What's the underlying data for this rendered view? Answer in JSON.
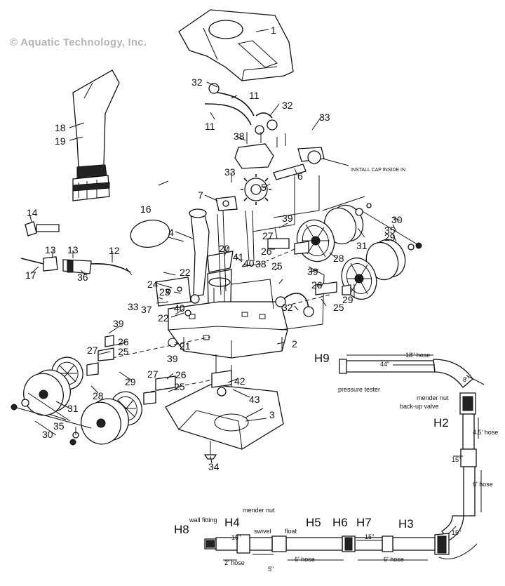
{
  "copyright": "© Aquatic Technology, Inc.",
  "install_note": "INSTALL CAP INSIDE IN",
  "part_numbers": [
    "1",
    "2",
    "3",
    "4",
    "5",
    "6",
    "7",
    "11",
    "11",
    "12",
    "13",
    "13",
    "14",
    "16",
    "17",
    "18",
    "19",
    "20",
    "21",
    "22",
    "22",
    "23",
    "24",
    "25",
    "25",
    "25",
    "25",
    "26",
    "26",
    "26",
    "26",
    "27",
    "27",
    "27",
    "28",
    "28",
    "29",
    "29",
    "29",
    "30",
    "30",
    "31",
    "31",
    "32",
    "32",
    "32",
    "33",
    "33",
    "33",
    "34",
    "35",
    "35",
    "36",
    "37",
    "38",
    "38",
    "39",
    "39",
    "39",
    "39",
    "40",
    "40",
    "41",
    "42",
    "43"
  ],
  "hose_labels": {
    "h2": "H2",
    "h3": "H3",
    "h4": "H4",
    "h5": "H5",
    "h6": "H6",
    "h7": "H7",
    "h8": "H8",
    "h9": "H9"
  },
  "hose_notes": {
    "hose_18": "18\" hose",
    "len_44": "44\"",
    "len_8": "8\"",
    "pressure_tester": "pressure tester",
    "mender_nut": "mender nut",
    "backup_valve": "back-up valve",
    "hose_4_5": "4.5' hose",
    "len_15a": "15\"",
    "hose_6a": "6' hose",
    "len_15b": "15\"",
    "len_15c": "15\"",
    "len_15d": "15\"",
    "hose_6b": "6' hose",
    "hose_6c": "6' hose",
    "hose_2": "2' hose",
    "len_5": "5\"",
    "wall_fitting": "wall fitting",
    "mender_nut2": "mender nut",
    "swivel": "swivel",
    "float": "float"
  }
}
